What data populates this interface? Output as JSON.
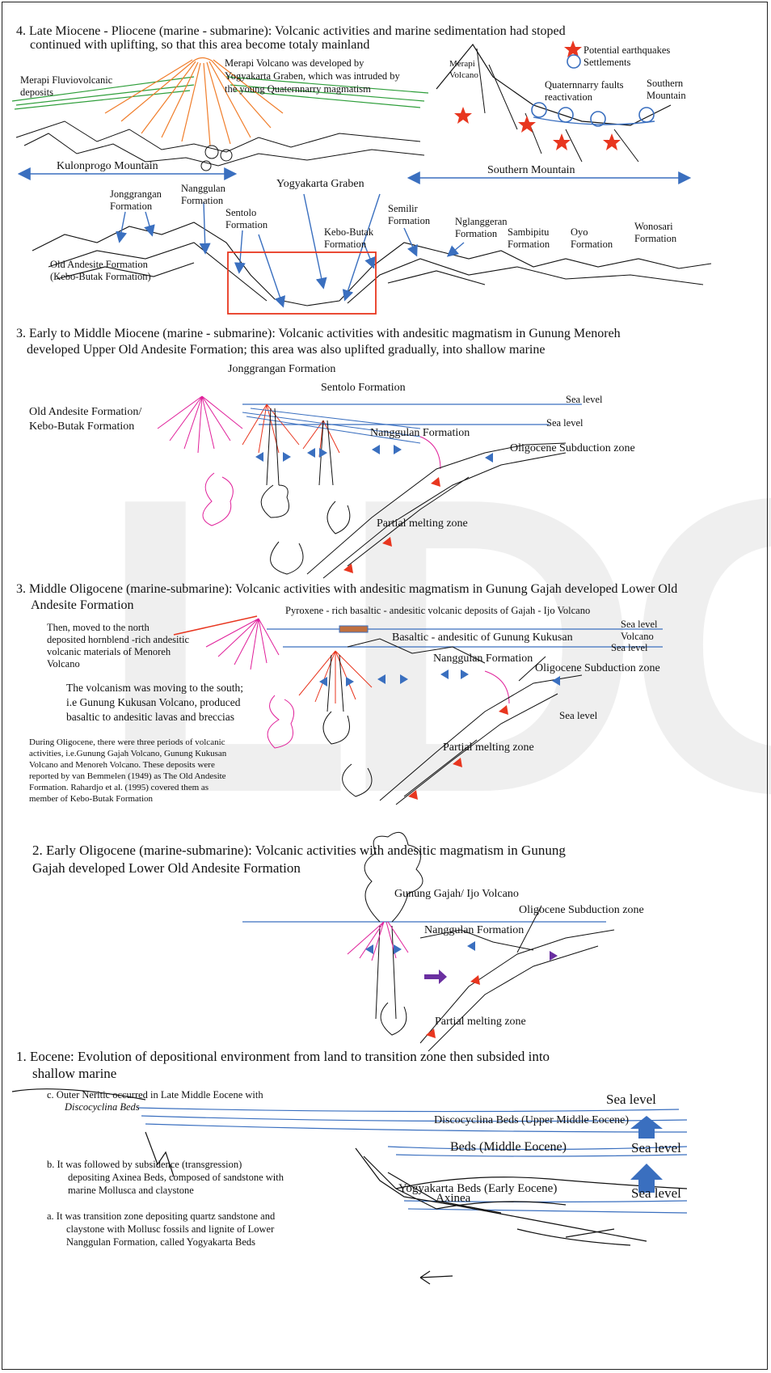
{
  "panel4": {
    "title_line1": "4.  Late Miocene - Pliocene (marine - submarine): Volcanic activities and marine sedimentation had stoped",
    "title_line2": "continued with uplifting, so that this area become totaly mainland",
    "merapi_fluvio_1": "Merapi  Fluviovolcanic",
    "merapi_fluvio_2": "deposits",
    "merapi_note_1": "Merapi Volcano was developed by",
    "merapi_note_2": "Yogyakarta Graben, which was intruded by",
    "merapi_note_3": "the young   Quaternnarry   magmatism",
    "merapi_volcano_1": "Merapi",
    "merapi_volcano_2": "Volcano",
    "legend_earthquake": "Potential earthquakes",
    "legend_settlement": "Settlements",
    "quaternary_1": "Quaternnarry    faults",
    "quaternary_2": "reactivation",
    "southern_mtn_small_1": "Southern",
    "southern_mtn_small_2": "Mountain",
    "kulonprogo": "Kulonprogo   Mountain",
    "southern_mountain": "Southern Mountain",
    "yogya_graben": "Yogyakarta Graben",
    "jonggrangan_1": "Jonggrangan",
    "jonggrangan_2": "Formation",
    "nanggulan_1": "Nanggulan",
    "nanggulan_2": "Formation",
    "sentolo_1": "Sentolo",
    "sentolo_2": "Formation",
    "semilir_1": "Semilir",
    "semilir_2": "Formation",
    "kebo_1": "Kebo-Butak",
    "kebo_2": "Formation",
    "nglanggeran_1": "Nglanggeran",
    "nglanggeran_2": "Formation",
    "sambipitu_1": "Sambipitu",
    "sambipitu_2": "Formation",
    "oyo_1": "Oyo",
    "oyo_2": "Formation",
    "wonosari_1": "Wonosari",
    "wonosari_2": "Formation",
    "old_andesite_1": "Old Andesite Formation",
    "old_andesite_2": "(Kebo-Butak Formation)"
  },
  "panel3a": {
    "title_line1": "3. Early to Middle Miocene (marine - submarine): Volcanic activities with andesitic magmatism in Gunung Menoreh",
    "title_line2": "developed Upper Old Andesite Formation; this area was also uplifted gradually, into shallow marine",
    "jonggrangan": "Jonggrangan Formation",
    "sentolo": "Sentolo Formation",
    "sea_level_1": "Sea level",
    "sea_level_2": "Sea level",
    "old_andesite_1": "Old Andesite Formation/",
    "old_andesite_2": "Kebo-Butak  Formation",
    "nanggulan": "Nanggulan  Formation",
    "subduction": "Oligocene Subduction zone",
    "partial_melting": "Partial melting zone"
  },
  "panel3b": {
    "title_line1": "3. Middle Oligocene (marine-submarine): Volcanic activities with andesitic magmatism in Gunung Gajah developed Lower Old",
    "title_line2": "Andesite Formation",
    "pyroxene": "Pyroxene - rich basaltic - andesitic volcanic deposits of Gajah - Ijo Volcano",
    "sea_level_1": "Sea level",
    "volcano": "Volcano",
    "sea_level_2": "Sea level",
    "basaltic": "Basaltic - andesitic of  Gunung Kukusan",
    "nanggulan": "Nanggulan Formation",
    "subduction": "Oligocene Subduction zone",
    "sea_level_3": "Sea level",
    "partial_melting": "Partial melting zone",
    "then_1": "Then, moved to the north",
    "then_2": "deposited     hornblend   -rich andesitic",
    "then_3": "volcanic materials of      Menoreh",
    "then_4": "Volcano",
    "volcanism_1": "The volcanism was moving to the south;",
    "volcanism_2": "i.e Gunung Kukusan Volcano, produced",
    "volcanism_3": "basaltic to andesitic lavas and breccias",
    "during_1": "During Oligocene, there were three periods of volcanic",
    "during_2": "activities, i.e.Gunung Gajah Volcano, Gunung Kukusan",
    "during_3": "Volcano and Menoreh Volcano. These deposits were",
    "during_4": "reported by van Bemmelen (1949) as The Old Andesite",
    "during_5": "Formation. Rahardjo et al. (1995) covered them as",
    "during_6": "member of Kebo-Butak Formation"
  },
  "panel2": {
    "title_line1": "2. Early Oligocene (marine-submarine): Volcanic activities with andesitic magmatism in Gunung",
    "title_line2": "Gajah developed Lower Old Andesite Formation",
    "gajah": "Gunung   Gajah/ Ijo Volcano",
    "subduction": "Oligocene Subduction zone",
    "nanggulan": "Nanggulan    Formation",
    "partial_melting": "Partial melting zone"
  },
  "panel1": {
    "title_line1": "1. Eocene: Evolution of depositional environment from land to transition zone then subsided into",
    "title_line2": "shallow  marine",
    "c_line1": "c.  Outer Neritic occurred in Late Middle Eocene with",
    "c_line2": "Discocyclina   Beds",
    "sea_level_1": "Sea level",
    "discocyclina": "Discocyclina   Beds (Upper Middle Eocene)",
    "beds_middle": "Beds (Middle Eocene)",
    "sea_level_2": "Sea level",
    "b_line1": "b.  It was followed by subsidence (transgression)",
    "b_line2": "depositing   Axinea  Beds, composed of sandstone with",
    "b_line3": "marine Mollusca and claystone",
    "yogya_beds": "Yogyakarta Beds (Early Eocene)",
    "axinea": "Axinea",
    "sea_level_3": "Sea level",
    "a_line1": "a.  It was transition zone depositing quartz sandstone and",
    "a_line2": "claystone with Mollusc fossils and lignite of Lower",
    "a_line3": "Nanggulan   Formation, called Yogyakarta Beds"
  },
  "watermark": "LDG",
  "colors": {
    "blue": "#3a6fbf",
    "red": "#e8361f",
    "orange": "#f07d2a",
    "green": "#2e9e3a",
    "pink": "#e0209a",
    "purple": "#6a2fa0"
  }
}
